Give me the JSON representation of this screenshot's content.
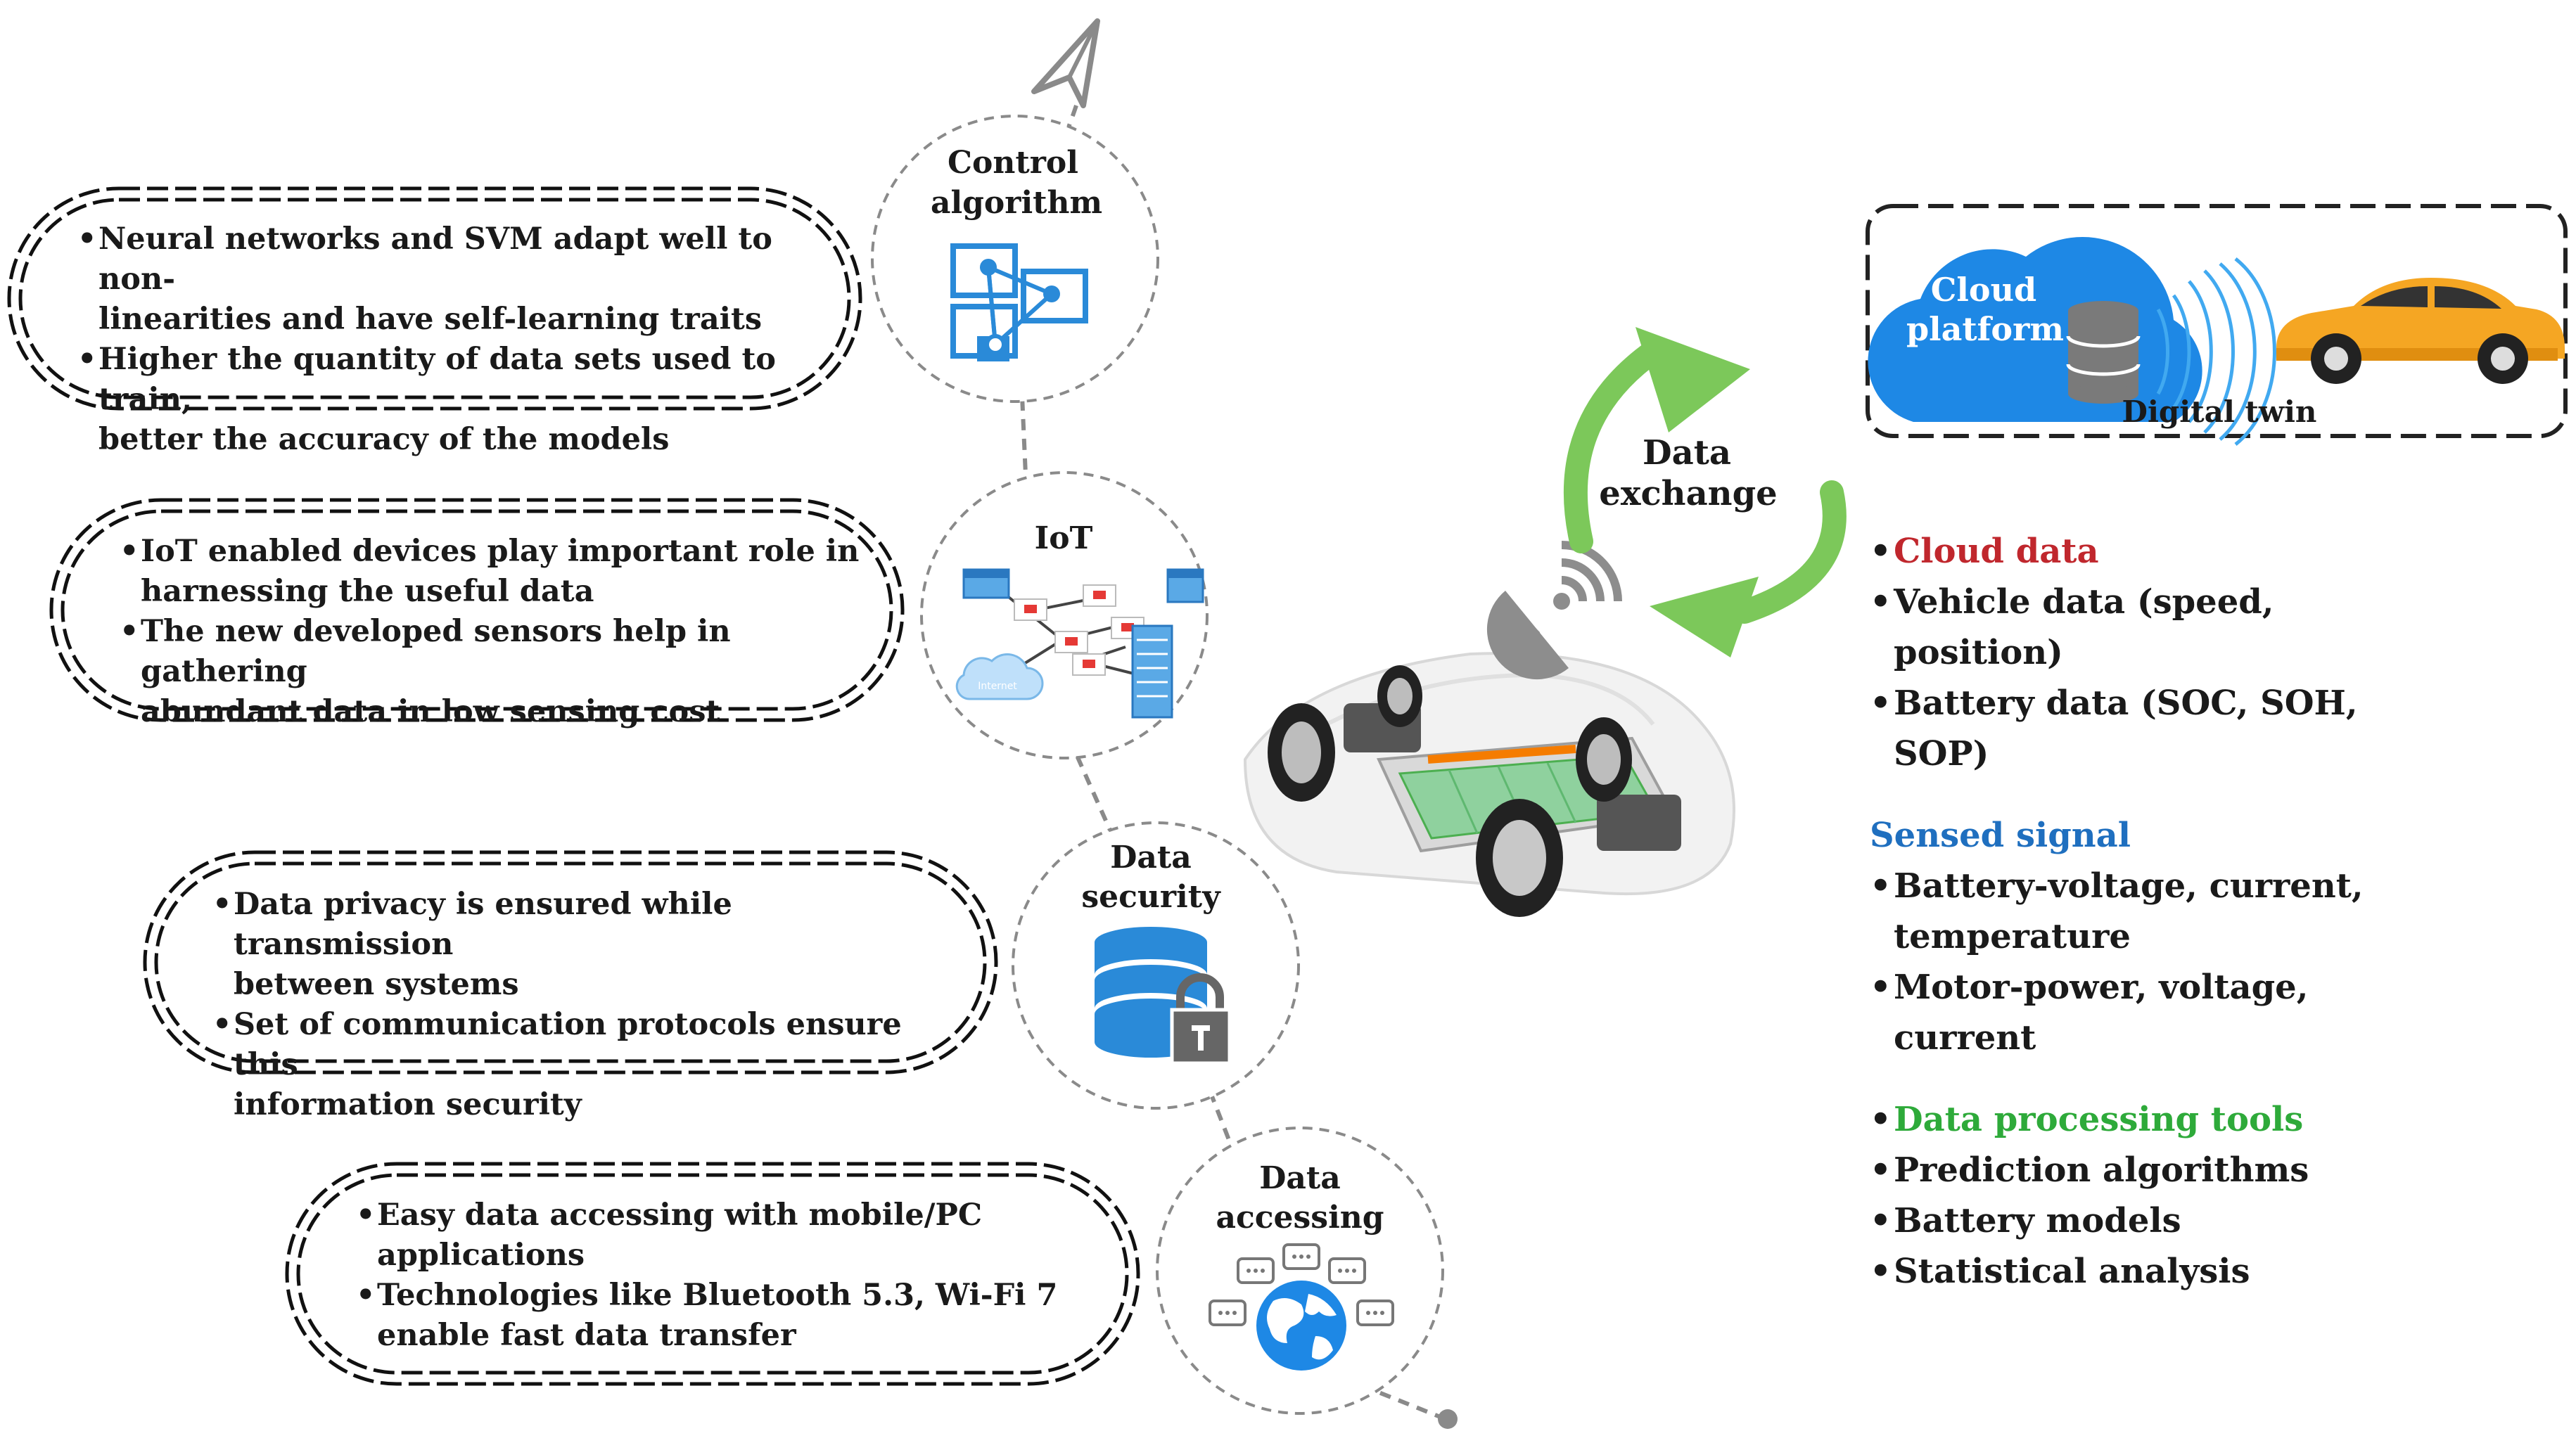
{
  "nodes": [
    {
      "id": "control",
      "label_lines": [
        "Control",
        "algorithm"
      ],
      "icon": "network-graph-icon"
    },
    {
      "id": "iot",
      "label_lines": [
        "IoT"
      ],
      "icon": "iot-network-icon",
      "icon_label": "Internet"
    },
    {
      "id": "security",
      "label_lines": [
        "Data",
        "security"
      ],
      "icon": "database-lock-icon"
    },
    {
      "id": "accessing",
      "label_lines": [
        "Data",
        "accessing"
      ],
      "icon": "globe-chat-icon"
    }
  ],
  "pills": [
    {
      "id": "control",
      "bullets": [
        [
          "Neural networks and SVM adapt well to non-",
          "linearities and have self-learning traits"
        ],
        [
          "Higher the quantity of data sets used to train,",
          "better the accuracy of the models"
        ]
      ]
    },
    {
      "id": "iot",
      "bullets": [
        [
          "IoT enabled devices play important role in",
          "harnessing the useful data"
        ],
        [
          "The new developed sensors help in gathering",
          "abundant data in low sensing cost"
        ]
      ]
    },
    {
      "id": "security",
      "bullets": [
        [
          "Data privacy is ensured while transmission",
          "between systems"
        ],
        [
          "Set of communication protocols ensure this",
          "information security"
        ]
      ]
    },
    {
      "id": "accessing",
      "bullets": [
        [
          "Easy data accessing with mobile/PC",
          "applications"
        ],
        [
          "Technologies like Bluetooth 5.3, Wi-Fi 7",
          "enable fast data transfer"
        ]
      ]
    }
  ],
  "exchange": {
    "lines": [
      "Data",
      "exchange"
    ],
    "arrow_color": "#7cc85a"
  },
  "digital_twin": {
    "cloud_lines": [
      "Cloud",
      "platform"
    ],
    "caption": "Digital twin"
  },
  "right_groups": [
    {
      "heading": "Cloud data",
      "color": "#c0272d",
      "bullet_heading": true,
      "items": [
        [
          "Vehicle data (speed,",
          "position)"
        ],
        [
          "Battery data (SOC, SOH,",
          "SOP)"
        ]
      ]
    },
    {
      "heading": "Sensed signal",
      "color": "#1f6fbf",
      "bullet_heading": false,
      "items": [
        [
          "Battery-voltage, current,",
          "temperature"
        ],
        [
          "Motor-power, voltage,",
          "current"
        ]
      ]
    },
    {
      "heading": "Data processing tools",
      "color": "#2eaa3a",
      "bullet_heading": true,
      "items": [
        [
          "Prediction algorithms"
        ],
        [
          "Battery models"
        ],
        [
          "Statistical analysis"
        ]
      ]
    }
  ],
  "colors": {
    "icon_blue": "#2a8ad8",
    "cloud_blue": "#1e88e5",
    "car_yellow": "#f5a623",
    "wifi_blue": "#41a9f0",
    "antenna_gray": "#8d8d8d"
  }
}
